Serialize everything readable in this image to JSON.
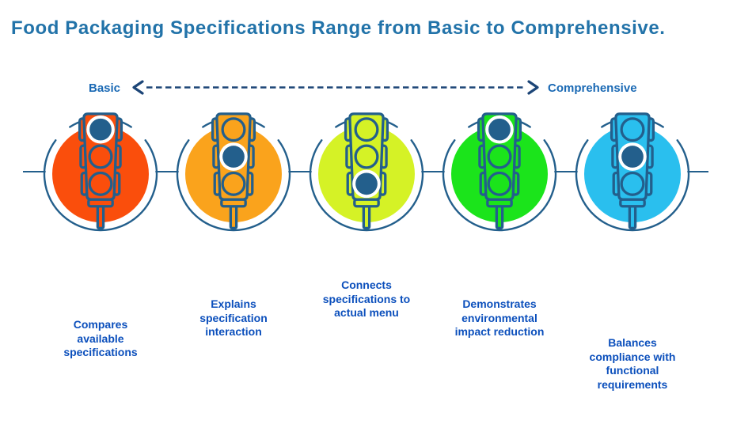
{
  "title": "Food Packaging Specifications Range from Basic to Comprehensive.",
  "scale": {
    "left_label": "Basic",
    "right_label": "Comprehensive"
  },
  "colors": {
    "background": "#FFFFFF",
    "title": "#2273A9",
    "label": "#1A69B4",
    "dash": "#1C4577",
    "outline": "#235F8C",
    "caption": "#0B4FBC"
  },
  "stages": [
    {
      "name": "stage-1",
      "color": "#FA4E0C",
      "active_lamp": "top",
      "active_lamp_index": 0,
      "caption": "Compares\navailable\nspecifications"
    },
    {
      "name": "stage-2",
      "color": "#FAA31C",
      "active_lamp": "middle",
      "active_lamp_index": 1,
      "caption": "Explains\nspecification\ninteraction"
    },
    {
      "name": "stage-3",
      "color": "#D5F226",
      "active_lamp": "bottom",
      "active_lamp_index": 2,
      "caption": "Connects\nspecifications to\nactual menu"
    },
    {
      "name": "stage-4",
      "color": "#1BE41B",
      "active_lamp": "top",
      "active_lamp_index": 0,
      "caption": "Demonstrates\nenvironmental\nimpact reduction"
    },
    {
      "name": "stage-5",
      "color": "#2ABFEE",
      "active_lamp": "middle",
      "active_lamp_index": 1,
      "caption": "Balances\ncompliance with\nfunctional\nrequirements"
    }
  ]
}
